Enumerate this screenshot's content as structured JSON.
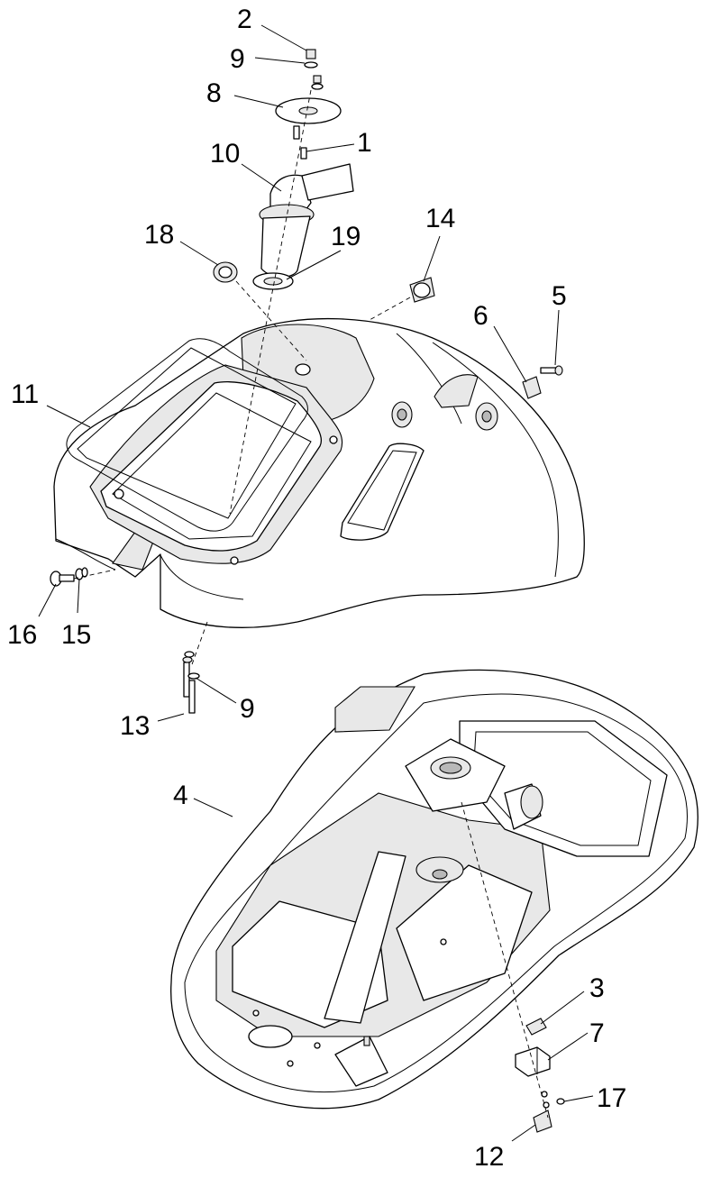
{
  "callouts": [
    {
      "id": "c1",
      "text": "1"
    },
    {
      "id": "c2",
      "text": "2"
    },
    {
      "id": "c3",
      "text": "3"
    },
    {
      "id": "c4",
      "text": "4"
    },
    {
      "id": "c5",
      "text": "5"
    },
    {
      "id": "c6",
      "text": "6"
    },
    {
      "id": "c7",
      "text": "7"
    },
    {
      "id": "c8",
      "text": "8"
    },
    {
      "id": "c9a",
      "text": "9"
    },
    {
      "id": "c9b",
      "text": "9"
    },
    {
      "id": "c10",
      "text": "10"
    },
    {
      "id": "c11",
      "text": "11"
    },
    {
      "id": "c12",
      "text": "12"
    },
    {
      "id": "c13",
      "text": "13"
    },
    {
      "id": "c14",
      "text": "14"
    },
    {
      "id": "c15",
      "text": "15"
    },
    {
      "id": "c16",
      "text": "16"
    },
    {
      "id": "c17",
      "text": "17"
    },
    {
      "id": "c18",
      "text": "18"
    },
    {
      "id": "c19",
      "text": "19"
    }
  ]
}
